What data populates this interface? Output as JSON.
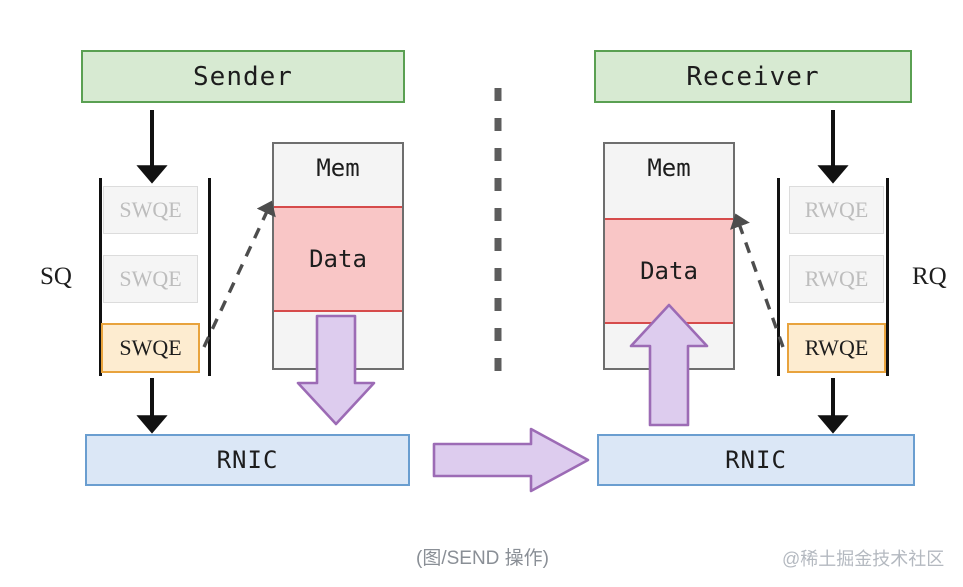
{
  "figure": {
    "caption": "(图/SEND 操作)",
    "watermark": "@稀土掘金技术社区",
    "divider": "vertical-dashed-separator"
  },
  "colors": {
    "host_fill": "#d7ead2",
    "host_border": "#5aa052",
    "rnic_fill": "#dbe7f6",
    "rnic_border": "#6a9ed0",
    "mem_fill": "#f4f4f4",
    "mem_border": "#6e6e6e",
    "data_fill": "#f9c6c6",
    "data_border": "#d64b4b",
    "wqe_active_fill": "#fdecd0",
    "wqe_active_border": "#e8a33d",
    "wqe_idle_fill": "#f5f5f5",
    "wqe_idle_border": "#dcdcdc",
    "dma_arrow_fill": "#ddccee",
    "dma_arrow_border": "#9c6bb5",
    "flow_arrow": "#111111",
    "dashed_arrow": "#4d4d4d"
  },
  "sender": {
    "host_label": "Sender",
    "queue_label": "SQ",
    "queue_entries": [
      {
        "label": "SWQE",
        "state": "idle"
      },
      {
        "label": "SWQE",
        "state": "idle"
      },
      {
        "label": "SWQE",
        "state": "active"
      }
    ],
    "memory": {
      "label": "Mem",
      "data_label": "Data"
    },
    "nic_label": "RNIC"
  },
  "receiver": {
    "host_label": "Receiver",
    "queue_label": "RQ",
    "queue_entries": [
      {
        "label": "RWQE",
        "state": "idle"
      },
      {
        "label": "RWQE",
        "state": "idle"
      },
      {
        "label": "RWQE",
        "state": "active"
      }
    ],
    "memory": {
      "label": "Mem",
      "data_label": "Data"
    },
    "nic_label": "RNIC"
  },
  "arrows": {
    "sender_host_to_sq": "post-send-arrow",
    "sender_sq_to_nic": "sq-to-rnic-arrow",
    "sender_wqe_to_data": "swqe-points-to-data-dashed",
    "sender_mem_to_nic": "dma-read-arrow",
    "network": "network-transfer-arrow",
    "receiver_host_to_rq": "post-recv-arrow",
    "receiver_rq_to_nic": "rq-to-rnic-arrow",
    "receiver_wqe_to_data": "rwqe-points-to-data-dashed",
    "receiver_nic_to_mem": "dma-write-arrow"
  }
}
